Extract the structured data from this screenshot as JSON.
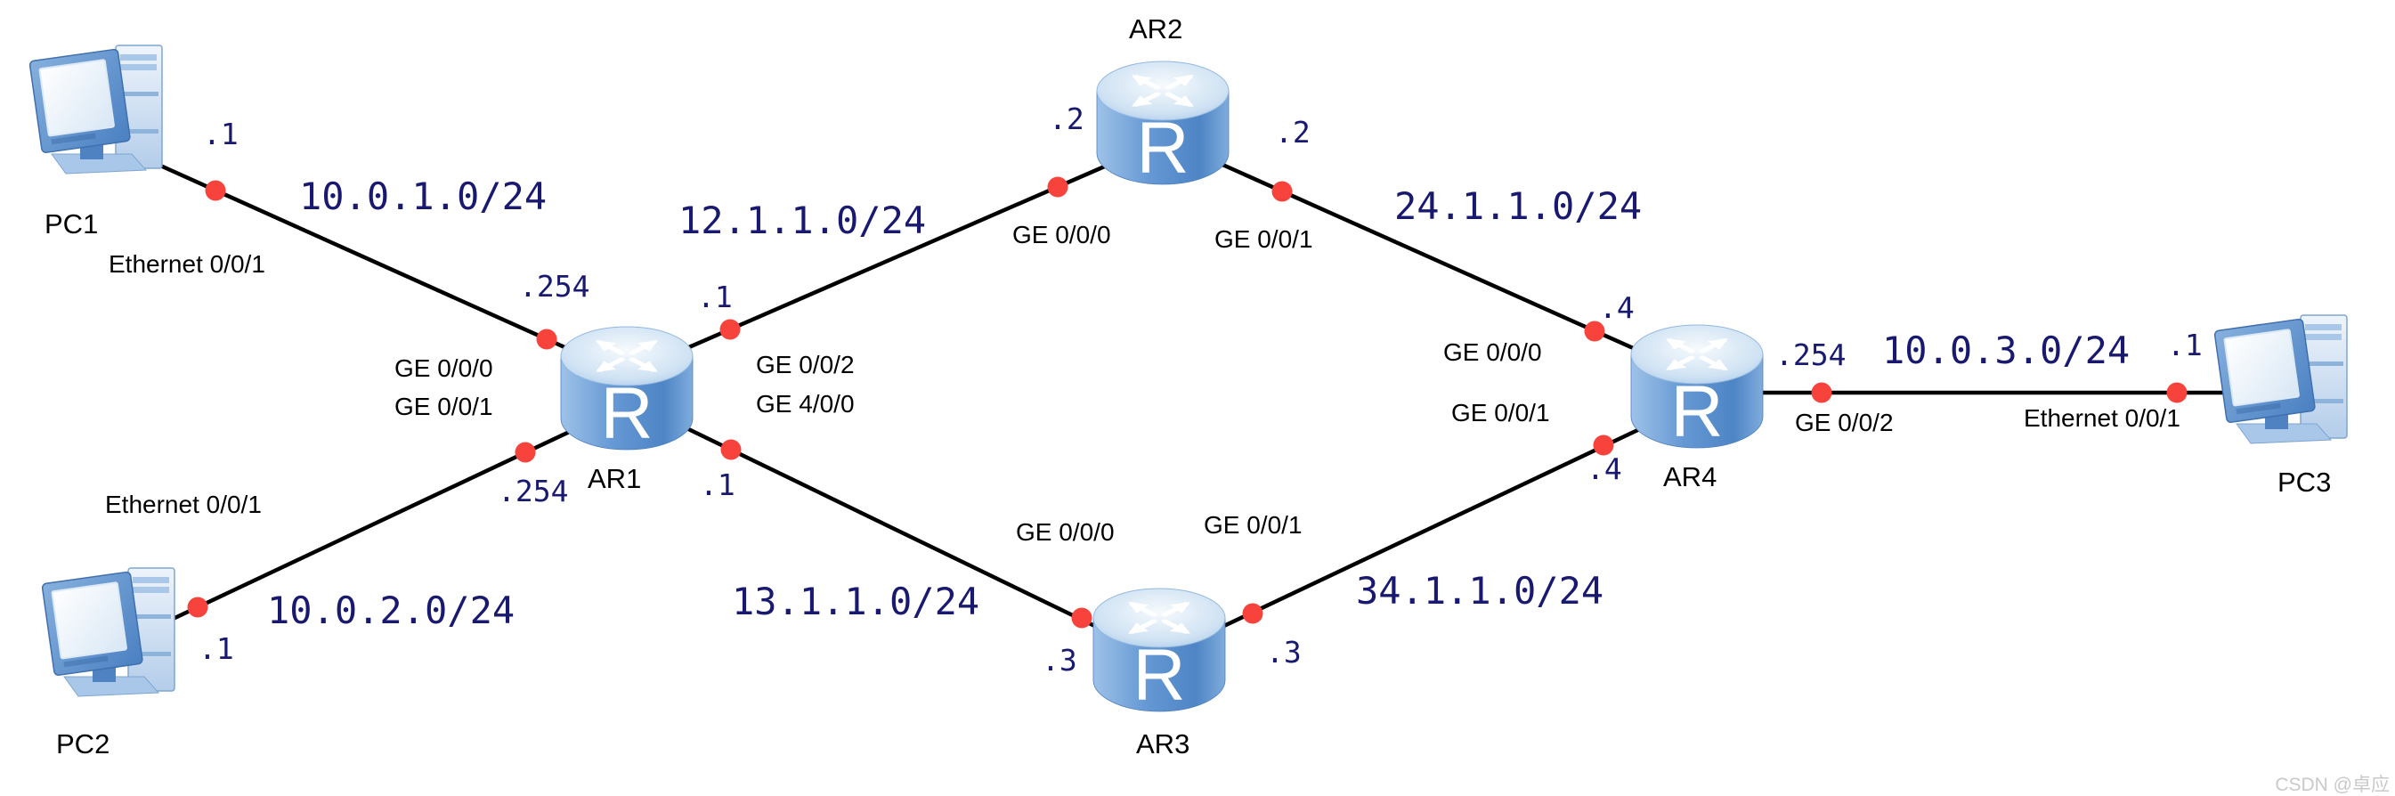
{
  "topology": {
    "watermark": "CSDN @卓应",
    "router_letter": "R",
    "devices": [
      {
        "name": "PC1",
        "type": "pc"
      },
      {
        "name": "PC2",
        "type": "pc"
      },
      {
        "name": "PC3",
        "type": "pc"
      },
      {
        "name": "AR1",
        "type": "router"
      },
      {
        "name": "AR2",
        "type": "router"
      },
      {
        "name": "AR3",
        "type": "router"
      },
      {
        "name": "AR4",
        "type": "router"
      }
    ],
    "links": [
      {
        "from": "PC1",
        "to": "AR1",
        "subnet": "10.0.1.0/24",
        "from_if": "Ethernet 0/0/1",
        "from_ip": ".1",
        "to_if": "GE 0/0/0",
        "to_ip": ".254"
      },
      {
        "from": "PC2",
        "to": "AR1",
        "subnet": "10.0.2.0/24",
        "from_if": "Ethernet 0/0/1",
        "from_ip": ".1",
        "to_if": "GE 0/0/1",
        "to_ip": ".254"
      },
      {
        "from": "AR1",
        "to": "AR2",
        "subnet": "12.1.1.0/24",
        "from_if": "GE 0/0/2",
        "from_ip": ".1",
        "to_if": "GE 0/0/0",
        "to_ip": ".2"
      },
      {
        "from": "AR1",
        "to": "AR3",
        "subnet": "13.1.1.0/24",
        "from_if": "GE 4/0/0",
        "from_ip": ".1",
        "to_if": "GE 0/0/0",
        "to_ip": ".3"
      },
      {
        "from": "AR2",
        "to": "AR4",
        "subnet": "24.1.1.0/24",
        "from_if": "GE 0/0/1",
        "from_ip": ".2",
        "to_if": "GE 0/0/0",
        "to_ip": ".4"
      },
      {
        "from": "AR3",
        "to": "AR4",
        "subnet": "34.1.1.0/24",
        "from_if": "GE 0/0/1",
        "from_ip": ".3",
        "to_if": "GE 0/0/1",
        "to_ip": ".4"
      },
      {
        "from": "AR4",
        "to": "PC3",
        "subnet": "10.0.3.0/24",
        "from_if": "GE 0/0/2",
        "from_ip": ".254",
        "to_if": "Ethernet 0/0/1",
        "to_ip": ".1"
      }
    ],
    "colors": {
      "link": "#000000",
      "port_dot": "#f8433c",
      "subnet_text": "#191970",
      "label_text": "#000000",
      "router_blue": "#5b92d0",
      "pc_blue": "#7ba6d6",
      "watermark": "#c9c9c9",
      "background": "#ffffff"
    }
  }
}
